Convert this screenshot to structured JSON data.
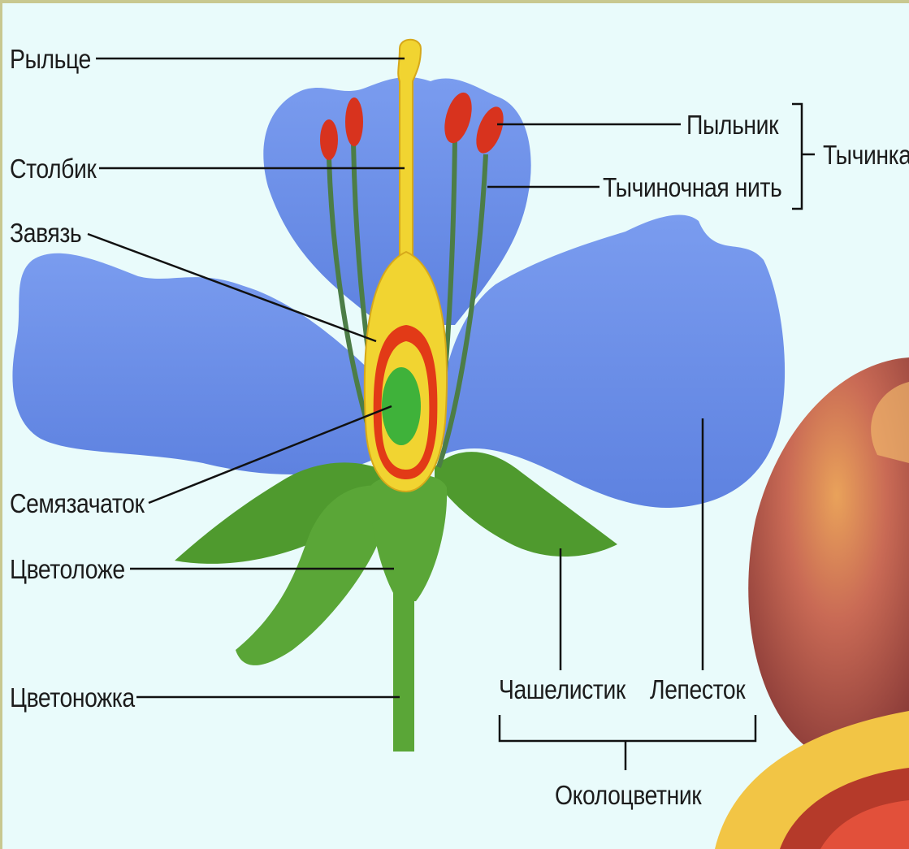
{
  "labels": {
    "stigma": "Рыльце",
    "style": "Столбик",
    "ovary": "Завязь",
    "ovule": "Семязачаток",
    "receptacle": "Цветоложе",
    "pedicel": "Цветоножка",
    "anther": "Пыльник",
    "filament": "Тычиночная нить",
    "stamen": "Тычинка",
    "sepal": "Чашелистик",
    "petal": "Лепесток",
    "perianth": "Околоцветник"
  },
  "colors": {
    "background": "#e9fbfb",
    "petal": "#6b8fe6",
    "sepal": "#4f9a2e",
    "pistil": "#f1d431",
    "ovary_wall": "#e23a17",
    "ovule": "#3fb23a",
    "anther": "#d8331e",
    "filament": "#4c7d47",
    "peach": "#c96a55"
  }
}
